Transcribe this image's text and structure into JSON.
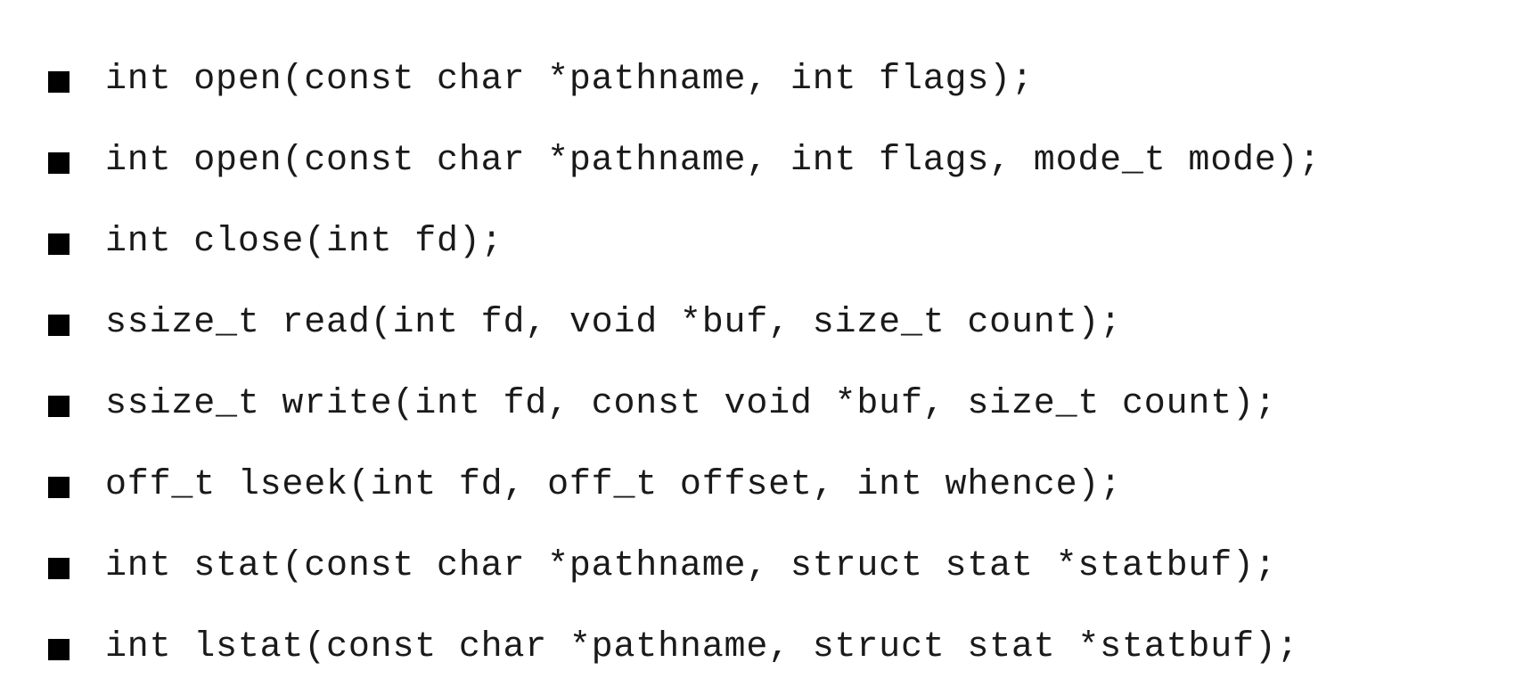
{
  "signatures": [
    "int open(const char *pathname, int flags);",
    "int open(const char *pathname, int flags, mode_t mode);",
    "int close(int fd);",
    "ssize_t read(int fd, void *buf, size_t count);",
    "ssize_t write(int fd, const void *buf, size_t count);",
    "off_t lseek(int fd, off_t offset, int whence);",
    "int stat(const char *pathname, struct stat *statbuf);",
    "int lstat(const char *pathname, struct stat *statbuf);"
  ],
  "icons": {
    "bullet": "square-bullet-icon"
  }
}
